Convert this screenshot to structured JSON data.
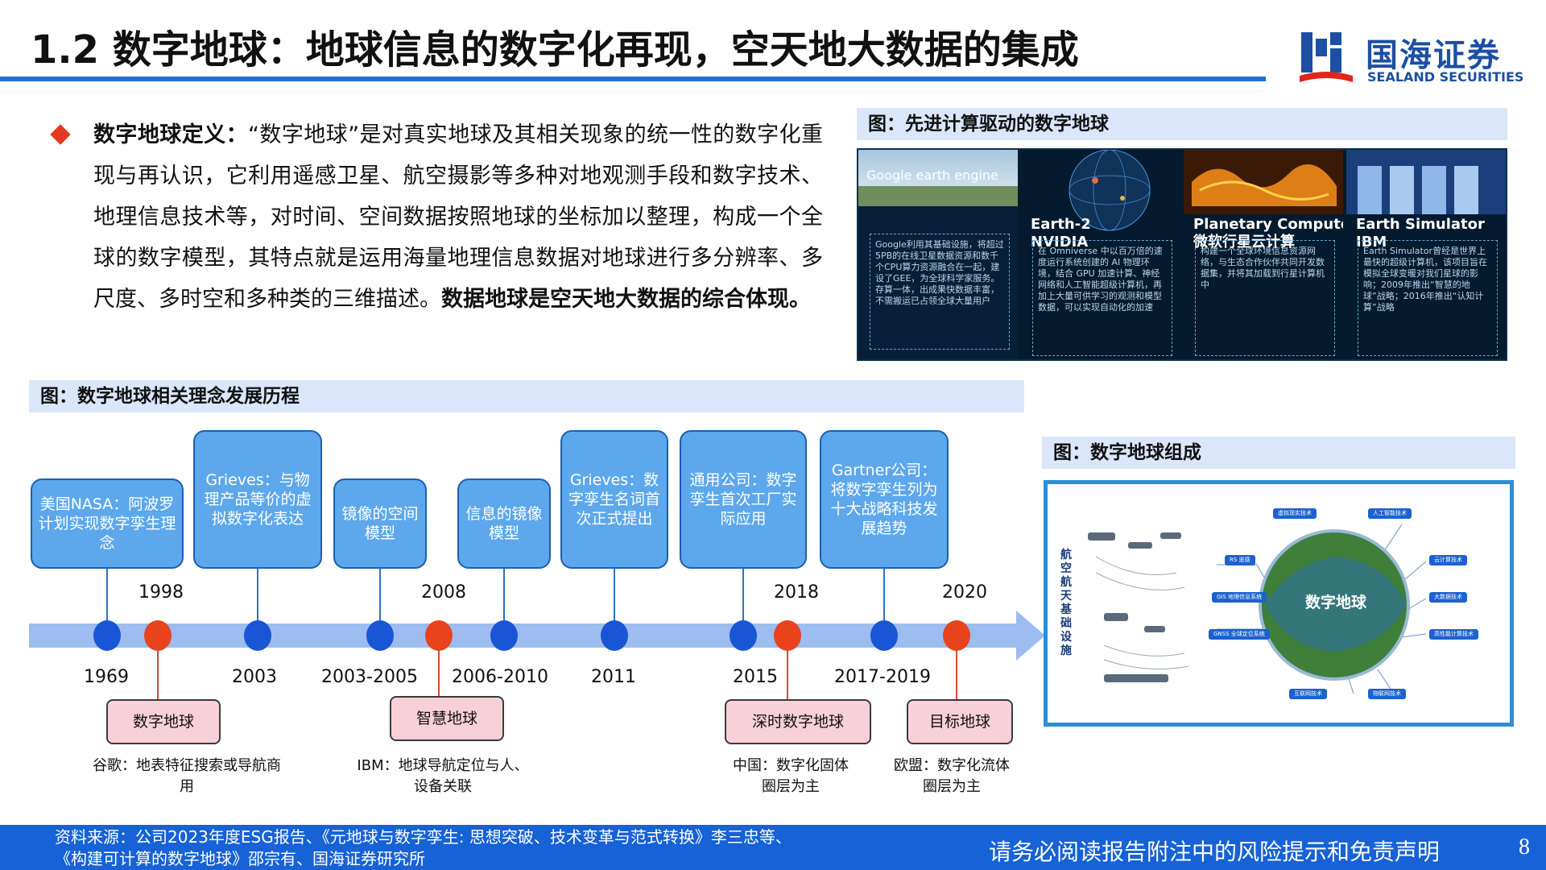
{
  "header": {
    "title": "1.2 数字地球：地球信息的数字化再现，空天地大数据的集成",
    "logo_cn": "国海证券",
    "logo_en": "SEALAND SECURITIES",
    "accent": "#1f6fd6"
  },
  "definition": {
    "lead": "数字地球定义：",
    "body": "“数字地球”是对真实地球及其相关现象的统一性的数字化重现与再认识，它利用遥感卫星、航空摄影等多种对地观测手段和数字技术、地理信息技术等，对时间、空间数据按照地球的坐标加以整理，构成一个全球的数字模型，其特点就是运用海量地理信息数据对地球进行多分辨率、多尺度、多时空和多种类的三维描述。",
    "emphasis": "数据地球是空天地大数据的综合体现。"
  },
  "computing_figure": {
    "caption": "图：先进计算驱动的数字地球",
    "cards": [
      {
        "name": "Google earth engine",
        "desc": "Google利用其基础设施，将超过5PB的在线卫星数据资源和数千个CPU算力资源融合在一起，建设了GEE，为全球科学家服务。存算一体，出成果快数据丰富，不需搬运已占领全球大量用户"
      },
      {
        "name": "Earth-2\nNVIDIA",
        "desc": "在 Omniverse 中以百万倍的速度运行系统创建的 AI 物理环境，结合 GPU 加速计算、神经网络和人工智能超级计算机，再加上大量可供学习的观测和模型数据，可以实现自动化的加速"
      },
      {
        "name": "Planetary Computer\n微软行星云计算",
        "desc": "构建一个全球环境信息资源网络，与生态合作伙伴共同开发数据集，并将其加载到行星计算机中"
      },
      {
        "name": "Earth Simulator\nIBM",
        "desc": "Earth Simulator曾经是世界上最快的超级计算机，该项目旨在模拟全球变暖对我们星球的影响；2009年推出“智慧的地球”战略；2016年推出“认知计算”战略"
      }
    ]
  },
  "timeline": {
    "caption": "图：数字地球相关理念发展历程",
    "events": [
      {
        "text": "美国NASA：阿波罗计划实现数字孪生理念",
        "year": "1969"
      },
      {
        "text": "Grieves：与物理产品等价的虚拟数字化表达",
        "year": "2003"
      },
      {
        "text": "镜像的空间模型",
        "year": "2003-2005"
      },
      {
        "text": "信息的镜像模型",
        "year": "2006-2010"
      },
      {
        "text": "Grieves：数字孪生名词首次正式提出",
        "year": "2011"
      },
      {
        "text": "通用公司：数字孪生首次工厂实际应用",
        "year": "2015"
      },
      {
        "text": "Gartner公司：将数字孪生列为十大战略科技发展趋势",
        "year": "2017-2019"
      }
    ],
    "concepts": [
      {
        "label": "数字地球",
        "year": "1998",
        "note": "谷歌：地表特征搜索或导航商用"
      },
      {
        "label": "智慧地球",
        "year": "2008",
        "note": "IBM：地球导航定位与人、设备关联"
      },
      {
        "label": "深时数字地球",
        "year": "2018",
        "note": "中国：数字化固体圈层为主"
      },
      {
        "label": "目标地球",
        "year": "2020",
        "note": "欧盟：数字化流体圈层为主"
      }
    ]
  },
  "composition_figure": {
    "caption": "图：数字地球组成",
    "vertical_label": "航空航天基础设施",
    "center": "数字地球",
    "techs": [
      "虚拟现实技术",
      "人工智能技术",
      "RS 遥感",
      "云计算技术",
      "GIS 地理信息系统",
      "大数据技术",
      "GNSS 全球定位系统",
      "高性能计算技术",
      "互联网技术",
      "物联网技术"
    ]
  },
  "footer": {
    "source_line1": "资料来源：公司2023年度ESG报告、《元地球与数字孪生: 思想突破、技术变革与范式转换》李三忠等、",
    "source_line2": "《构建可计算的数字地球》邵宗有、国海证券研究所",
    "disclaimer": "请务必阅读报告附注中的风险提示和免责声明",
    "page": "8"
  }
}
